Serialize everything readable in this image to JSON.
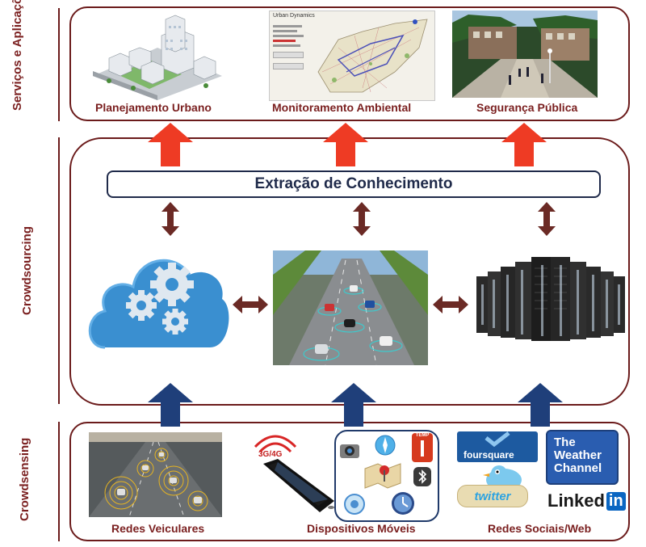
{
  "layers": {
    "services": "Serviços e Aplicações",
    "crowdsourcing": "Crowdsourcing",
    "crowdsensing": "Crowdsensing"
  },
  "services": {
    "urban_planning": "Planejamento Urbano",
    "environmental_monitoring": "Monitoramento Ambiental",
    "public_safety": "Segurança Pública",
    "map_title": "Urban Dynamics"
  },
  "knowledge_extraction": "Extração de Conhecimento",
  "sensing": {
    "vehicular_networks": "Redes Veiculares",
    "mobile_devices": "Dispositivos Móveis",
    "social_networks": "Redes Sociais/Web",
    "network_badge": "3G/4G",
    "temp_badge": "TEMP"
  },
  "social": {
    "foursquare": "foursquare",
    "weather_line1": "The",
    "weather_line2": "Weather",
    "weather_line3": "Channel",
    "twitter": "twitter",
    "linkedin_text": "Linked",
    "linkedin_in": "in"
  },
  "colors": {
    "border": "#6b1b1b",
    "label": "#7a1f1f",
    "red_arrow": "#ee3b24",
    "blue_arrow": "#1f3f7a",
    "double_arrow": "#6b2a25",
    "cloud": "#3a8fd0"
  }
}
